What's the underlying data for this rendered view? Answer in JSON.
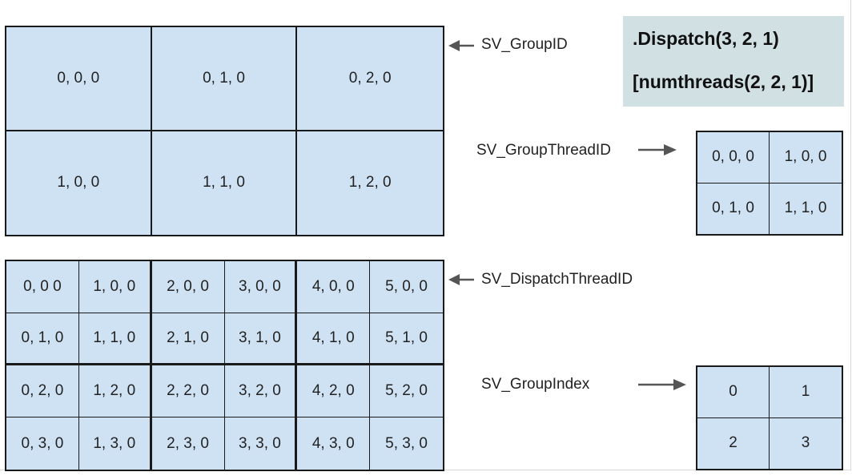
{
  "info_box": {
    "dispatch_call": ".Dispatch(3, 2, 1)",
    "numthreads": "[numthreads(2, 2, 1)]"
  },
  "labels": {
    "group_id": "SV_GroupID",
    "group_thread_id": "SV_GroupThreadID",
    "dispatch_thread_id": "SV_DispatchThreadID",
    "group_index": "SV_GroupIndex"
  },
  "group_grid": [
    "0, 0, 0",
    "0, 1, 0",
    "0, 2, 0",
    "1, 0, 0",
    "1, 1, 0",
    "1, 2, 0"
  ],
  "dispatch_grid": [
    "0, 0 0",
    "1, 0, 0",
    "2, 0, 0",
    "3, 0, 0",
    "4, 0, 0",
    "5, 0, 0",
    "0, 1, 0",
    "1, 1, 0",
    "2, 1, 0",
    "3, 1, 0",
    "4, 1, 0",
    "5, 1, 0",
    "0, 2, 0",
    "1, 2, 0",
    "2, 2, 0",
    "3, 2, 0",
    "4, 2, 0",
    "5, 2, 0",
    "0, 3, 0",
    "1, 3, 0",
    "2, 3, 0",
    "3, 3, 0",
    "4, 3, 0",
    "5, 3, 0"
  ],
  "thread_grid": [
    "0, 0, 0",
    "1, 0, 0",
    "0, 1, 0",
    "1, 1, 0"
  ],
  "index_grid": [
    "0",
    "1",
    "2",
    "3"
  ],
  "colors": {
    "cell_fill": "#cfe2f3",
    "info_box_fill": "#d0e0e3",
    "border": "#1a1a1a",
    "arrow": "#555555"
  }
}
